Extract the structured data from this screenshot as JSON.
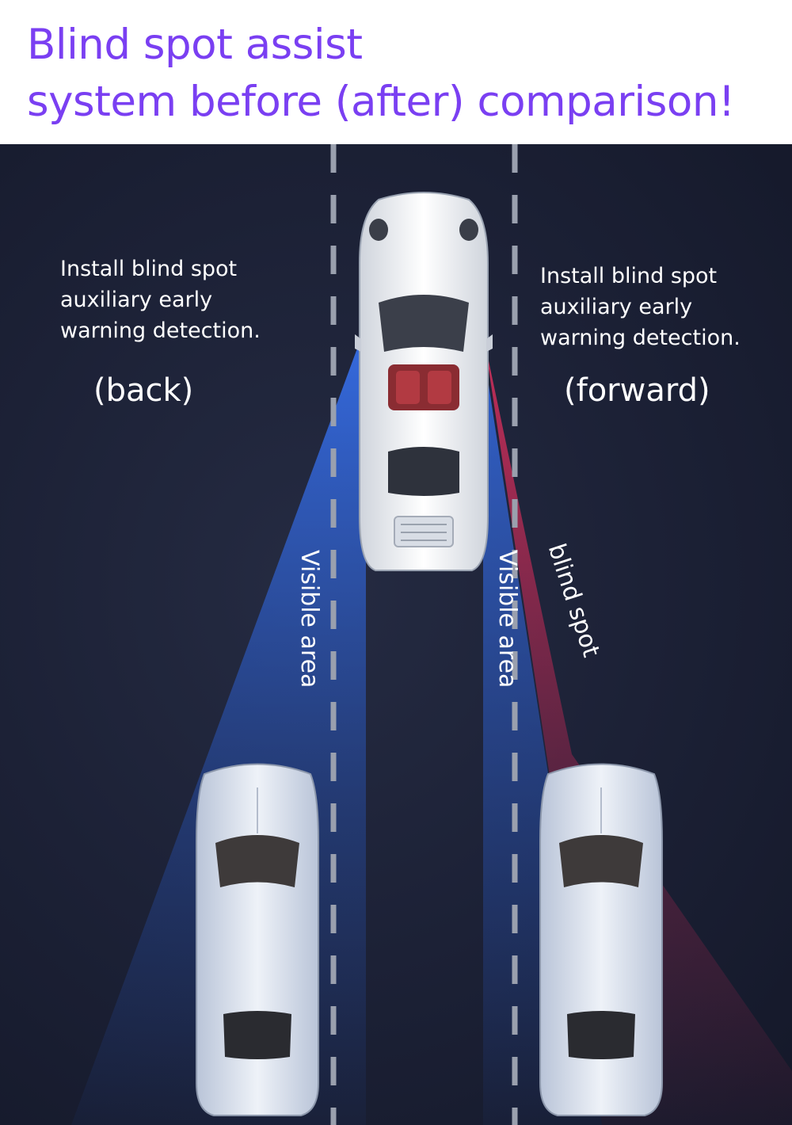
{
  "header": {
    "title_line_1": "Blind spot assist",
    "title_line_2": "system before (after) comparison!"
  },
  "left_panel": {
    "caption_line_1": "Install blind spot",
    "caption_line_2": "auxiliary early",
    "caption_line_3": "warning detection.",
    "tag": "(back)"
  },
  "right_panel": {
    "caption_line_1": "Install blind spot",
    "caption_line_2": "auxiliary early",
    "caption_line_3": "warning detection.",
    "tag": "(forward)"
  },
  "labels": {
    "visible_left": "Visible area",
    "visible_right": "Visible area",
    "blind_spot": "blind spot"
  },
  "colors": {
    "title": "#7a3ff2",
    "road": "#1c2136",
    "visible_cone": "#2a5fd6",
    "blind_cone": "#c22a55",
    "car_body": "#dfe6f2"
  },
  "icons": {
    "main_car": "sports-car-top-view",
    "rear_car_left": "sedan-top-view",
    "rear_car_right": "sedan-top-view"
  }
}
